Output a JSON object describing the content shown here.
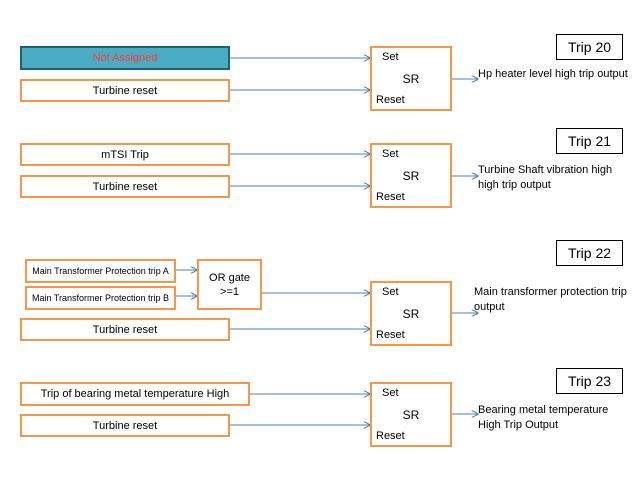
{
  "colors": {
    "box_border": "#f79646",
    "arrow": "#4f81bd",
    "not_assigned_fill": "#4bacc6",
    "not_assigned_text": "#ff3b30"
  },
  "sr": {
    "set": "Set",
    "mid": "SR",
    "reset": "Reset"
  },
  "common": {
    "turbine_reset": "Turbine reset"
  },
  "trip20": {
    "title": "Trip 20",
    "input": "Not Assigned",
    "output": "Hp heater level high trip output"
  },
  "trip21": {
    "title": "Trip 21",
    "input": "mTSI Trip",
    "output": "Turbine Shaft vibration high high trip output"
  },
  "trip22": {
    "title": "Trip 22",
    "input_a": "Main Transformer Protection trip A",
    "input_b": "Main Transformer Protection trip B",
    "gate": "OR gate\n>=1",
    "output": "Main transformer protection trip output"
  },
  "trip23": {
    "title": "Trip 23",
    "input": "Trip of bearing metal temperature High",
    "output": "Bearing metal temperature High Trip Output"
  }
}
